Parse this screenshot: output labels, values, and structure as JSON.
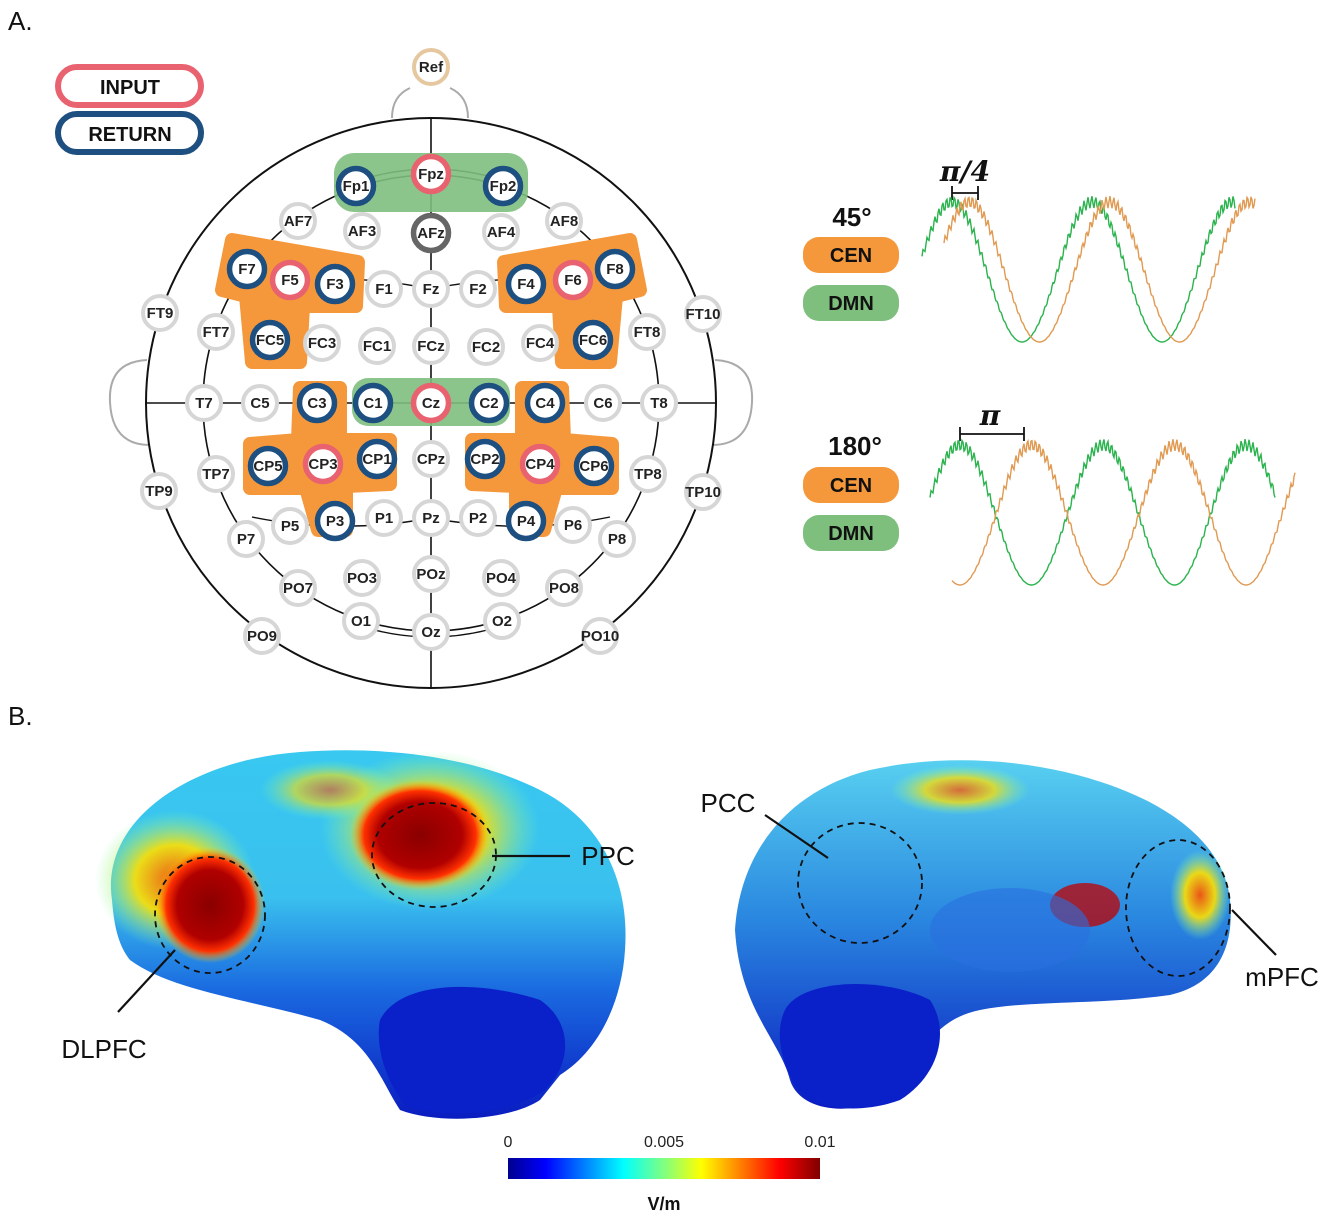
{
  "panels": {
    "a": "A.",
    "b": "B."
  },
  "legend": {
    "input": "INPUT",
    "return": "RETURN"
  },
  "reference": "Ref",
  "electrodes": [
    {
      "name": "Fp1",
      "role": "return"
    },
    {
      "name": "Fpz",
      "role": "input"
    },
    {
      "name": "Fp2",
      "role": "return"
    },
    {
      "name": "AF7",
      "role": "none"
    },
    {
      "name": "AF3",
      "role": "none"
    },
    {
      "name": "AFz",
      "role": "dark"
    },
    {
      "name": "AF4",
      "role": "none"
    },
    {
      "name": "AF8",
      "role": "none"
    },
    {
      "name": "F7",
      "role": "return"
    },
    {
      "name": "F5",
      "role": "input"
    },
    {
      "name": "F3",
      "role": "return"
    },
    {
      "name": "F1",
      "role": "none"
    },
    {
      "name": "Fz",
      "role": "none"
    },
    {
      "name": "F2",
      "role": "none"
    },
    {
      "name": "F4",
      "role": "return"
    },
    {
      "name": "F6",
      "role": "input"
    },
    {
      "name": "F8",
      "role": "return"
    },
    {
      "name": "FT9",
      "role": "none"
    },
    {
      "name": "FT7",
      "role": "none"
    },
    {
      "name": "FC5",
      "role": "return"
    },
    {
      "name": "FC3",
      "role": "none"
    },
    {
      "name": "FC1",
      "role": "none"
    },
    {
      "name": "FCz",
      "role": "none"
    },
    {
      "name": "FC2",
      "role": "none"
    },
    {
      "name": "FC4",
      "role": "none"
    },
    {
      "name": "FC6",
      "role": "return"
    },
    {
      "name": "FT8",
      "role": "none"
    },
    {
      "name": "FT10",
      "role": "none"
    },
    {
      "name": "T7",
      "role": "none"
    },
    {
      "name": "C5",
      "role": "none"
    },
    {
      "name": "C3",
      "role": "return"
    },
    {
      "name": "C1",
      "role": "return"
    },
    {
      "name": "Cz",
      "role": "input"
    },
    {
      "name": "C2",
      "role": "return"
    },
    {
      "name": "C4",
      "role": "return"
    },
    {
      "name": "C6",
      "role": "none"
    },
    {
      "name": "T8",
      "role": "none"
    },
    {
      "name": "TP9",
      "role": "none"
    },
    {
      "name": "TP7",
      "role": "none"
    },
    {
      "name": "CP5",
      "role": "return"
    },
    {
      "name": "CP3",
      "role": "input"
    },
    {
      "name": "CP1",
      "role": "return"
    },
    {
      "name": "CPz",
      "role": "none"
    },
    {
      "name": "CP2",
      "role": "return"
    },
    {
      "name": "CP4",
      "role": "input"
    },
    {
      "name": "CP6",
      "role": "return"
    },
    {
      "name": "TP8",
      "role": "none"
    },
    {
      "name": "TP10",
      "role": "none"
    },
    {
      "name": "P7",
      "role": "none"
    },
    {
      "name": "P5",
      "role": "none"
    },
    {
      "name": "P3",
      "role": "return"
    },
    {
      "name": "P1",
      "role": "none"
    },
    {
      "name": "Pz",
      "role": "none"
    },
    {
      "name": "P2",
      "role": "none"
    },
    {
      "name": "P4",
      "role": "return"
    },
    {
      "name": "P6",
      "role": "none"
    },
    {
      "name": "P8",
      "role": "none"
    },
    {
      "name": "PO7",
      "role": "none"
    },
    {
      "name": "PO3",
      "role": "none"
    },
    {
      "name": "POz",
      "role": "none"
    },
    {
      "name": "PO4",
      "role": "none"
    },
    {
      "name": "PO8",
      "role": "none"
    },
    {
      "name": "PO9",
      "role": "none"
    },
    {
      "name": "O1",
      "role": "none"
    },
    {
      "name": "Oz",
      "role": "none"
    },
    {
      "name": "O2",
      "role": "none"
    },
    {
      "name": "PO10",
      "role": "none"
    }
  ],
  "phase_conditions": [
    {
      "degree": "45°",
      "shift_label": "π/4",
      "shift_rad": 0.785,
      "cen": "CEN",
      "dmn": "DMN"
    },
    {
      "degree": "180°",
      "shift_label": "π",
      "shift_rad": 3.1416,
      "cen": "CEN",
      "dmn": "DMN"
    }
  ],
  "brain_labels": {
    "dlpfc": "DLPFC",
    "ppc": "PPC",
    "pcc": "PCC",
    "mpfc": "mPFC"
  },
  "colorbar": {
    "ticks": [
      "0",
      "0.005",
      "0.01"
    ],
    "min": 0,
    "mid": 0.005,
    "max": 0.01,
    "unit": "V/m"
  },
  "colors": {
    "input": "#e8636f",
    "return": "#1d4f80",
    "cen": "#f5983c",
    "dmn": "#7ebf7e",
    "cen_wave": "#e09a52",
    "dmn_wave": "#2bb34e",
    "ref": "#e6c8a0",
    "dark": "#666666"
  }
}
